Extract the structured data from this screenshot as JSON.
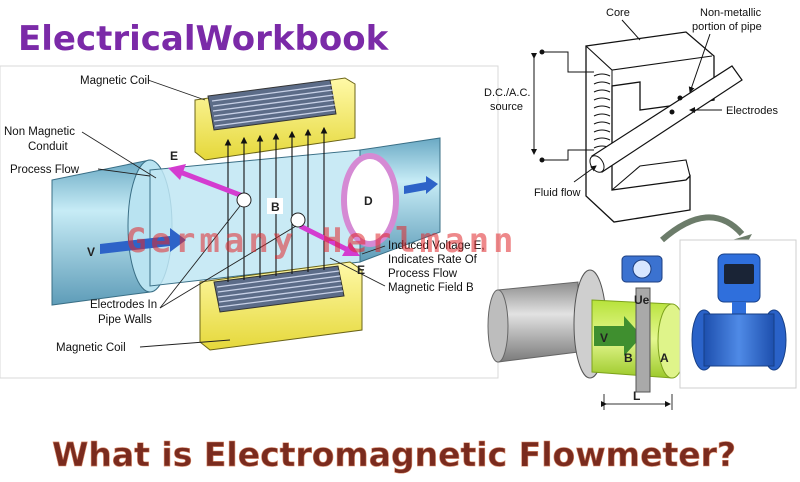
{
  "brand": "ElectricalWorkbook",
  "headline": "What is Electromagnetic Flowmeter?",
  "watermark": "Germany Herlmann",
  "left_diagram": {
    "magnetic_coil_top": "Magnetic Coil",
    "non_magnetic_conduit_l1": "Non Magnetic",
    "non_magnetic_conduit_l2": "Conduit",
    "process_flow": "Process Flow",
    "electrodes_l1": "Electrodes In",
    "electrodes_l2": "Pipe Walls",
    "magnetic_coil_bottom": "Magnetic Coil",
    "induced_voltage_l1": "Induced Voltage E,",
    "induced_voltage_l2": "Indicates Rate Of",
    "induced_voltage_l3": "Process Flow",
    "magnetic_field": "Magnetic Field B",
    "symbol_e_top": "E",
    "symbol_e_bottom": "E",
    "symbol_b": "B",
    "symbol_v": "V",
    "symbol_d": "D"
  },
  "right_diagram": {
    "core": "Core",
    "non_metallic_l1": "Non-metallic",
    "non_metallic_l2": "portion of pipe",
    "dc_ac_l1": "D.C./A.C.",
    "dc_ac_l2": "source",
    "electrodes": "Electrodes",
    "fluid_flow": "Fluid flow"
  },
  "device_render": {
    "ue": "Ue",
    "v": "V",
    "b": "B",
    "a": "A",
    "l": "L"
  },
  "colors": {
    "brand": "#7b2aa8",
    "headline": "#7a2b1e",
    "coil_yellow": "#f3ee6a",
    "pipe_blue": "#9fd6ea",
    "arrow_magenta": "#d43cd0",
    "flow_blue": "#2d63c8",
    "watermark": "#e0282c",
    "device_blue": "#2c66c8"
  }
}
